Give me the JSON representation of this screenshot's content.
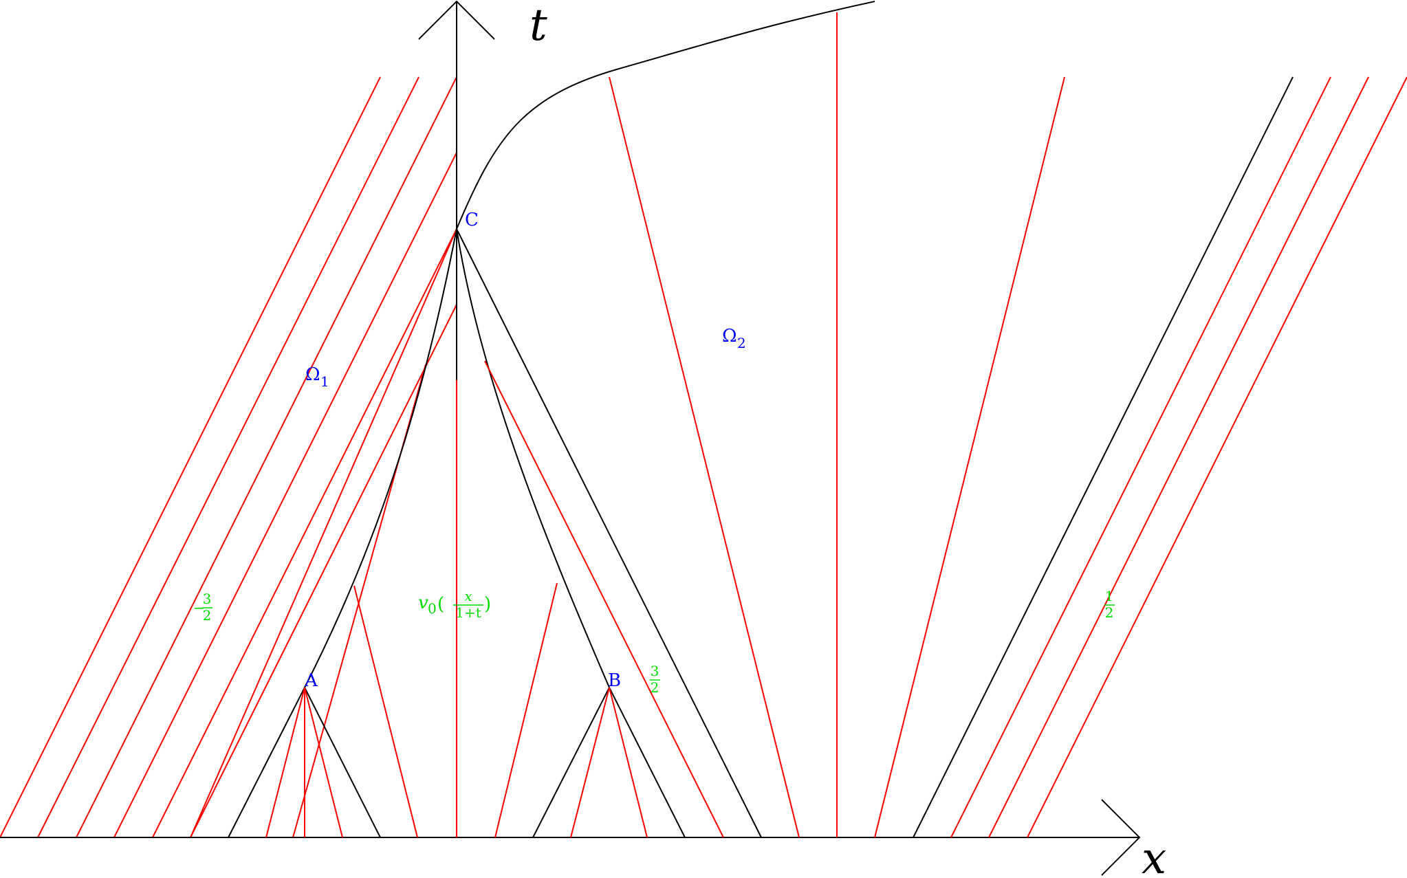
{
  "axes": {
    "x_label": "x",
    "t_label": "t"
  },
  "points": {
    "a": "A",
    "b": "B",
    "c": "C"
  },
  "regions": {
    "omega1_base": "Ω",
    "omega1_sub": "1",
    "omega2_base": "Ω",
    "omega2_sub": "2"
  },
  "slopes": {
    "left_minus": "−",
    "left_num": "3",
    "left_den": "2",
    "mid_num": "3",
    "mid_den": "2",
    "right_num": "1",
    "right_den": "2"
  },
  "formula": {
    "v": "v",
    "v_sub": "0",
    "open": "(",
    "num": "x",
    "den": "1+t",
    "close": ")"
  },
  "colors": {
    "characteristic": "#ff0000",
    "boundary": "#000000",
    "point_label": "#0000ff",
    "slope_label": "#00dd00"
  }
}
